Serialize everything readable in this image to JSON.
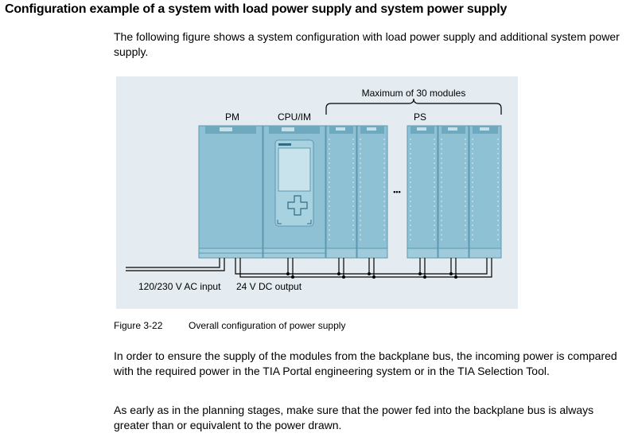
{
  "heading": "Configuration example of a system with load power supply and system power supply",
  "intro": "The following figure shows a system configuration with load power supply and additional system power supply.",
  "figure": {
    "bracket_label": "Maximum of 30 modules",
    "labels": {
      "pm": "PM",
      "cpu": "CPU/IM",
      "ps": "PS"
    },
    "ellipsis": "•••",
    "ac_input": "120/230 V AC input",
    "dc_output": "24 V DC output",
    "colors": {
      "background": "#e5ecf1",
      "module_fill": "#8fc1d4",
      "module_edge": "#5e98b0",
      "module_light": "#c4e0ea"
    }
  },
  "caption": {
    "number": "Figure 3-22",
    "text": "Overall configuration of power supply"
  },
  "paragraphs": [
    "In order to ensure the supply of the modules from the backplane bus, the incoming power is compared with the required power in the TIA Portal engineering system or in the TIA Selection Tool.",
    "As early as in the planning stages, make sure that the power fed into the backplane bus is always greater than or equivalent to the power drawn."
  ]
}
